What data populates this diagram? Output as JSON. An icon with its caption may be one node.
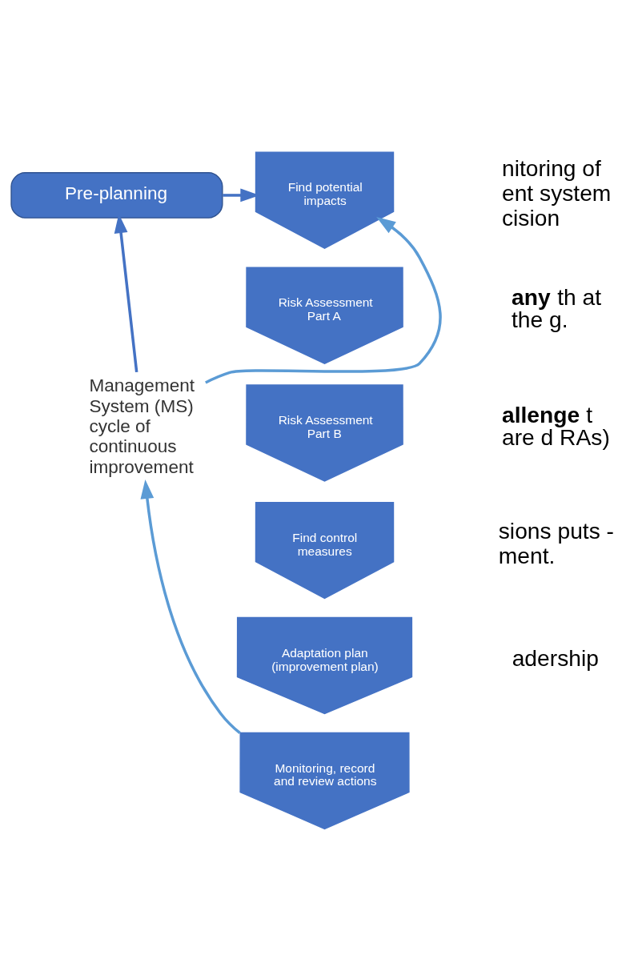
{
  "diagram": {
    "nodes": [
      {
        "text": [
          "Pre-planning"
        ]
      },
      {
        "text": [
          "Find potential impacts"
        ]
      },
      {
        "text": [
          "Risk Assessment",
          "Part A"
        ]
      },
      {
        "text": [
          "Risk Assessment Part B"
        ]
      },
      {
        "text": [
          "Find control measures"
        ]
      },
      {
        "text": [
          "Adaptation plan (improvement plan)"
        ]
      },
      {
        "text": [
          "Monitoring, record and review actions"
        ]
      },
      {
        "text": [
          "Management System (MS) cycle of continuous improvement"
        ]
      }
    ],
    "edges": [
      {
        "from": 0,
        "to": 1,
        "arrow": "to",
        "color": "#4472c4"
      },
      {
        "from": 7,
        "to": 0,
        "arrow": "to",
        "color": "#4472c4"
      },
      {
        "from": 7,
        "to": 1,
        "arrow": "to"
      },
      {
        "from": 6,
        "to": 7,
        "arrow": "to"
      }
    ],
    "labels": [
      "nitoring of ent system cision",
      "**any** th at the g.",
      "**allenge** t are d RAs)",
      "sions puts - ment.",
      "adership"
    ]
  }
}
